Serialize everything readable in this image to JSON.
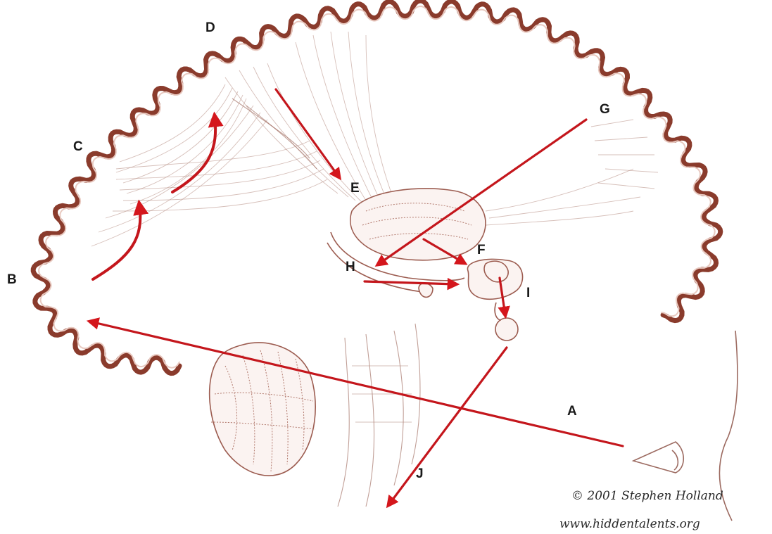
{
  "labels": {
    "a": "A",
    "b": "B",
    "c": "C",
    "d": "D",
    "e": "E",
    "f": "F",
    "g": "G",
    "h": "H",
    "i": "I",
    "j": "J"
  },
  "credit": {
    "copyright": "© 2001 Stephen Holland",
    "website": "www.hiddentalents.org"
  },
  "colors": {
    "arrow": "#c4161c",
    "cortex": "#8a3b2c",
    "fibers": "#b58a80"
  },
  "icons": {
    "eye": "eye-icon"
  }
}
